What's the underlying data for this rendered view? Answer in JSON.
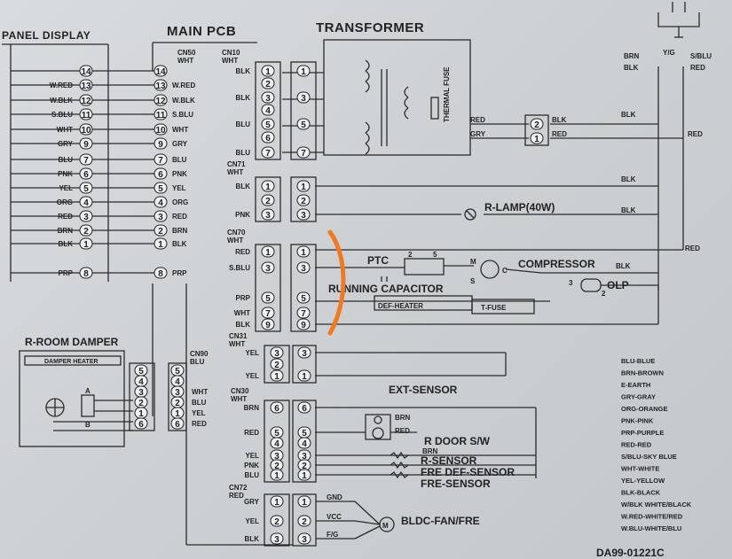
{
  "titles": {
    "panel_display": "PANEL DISPLAY",
    "main_pcb": "MAIN PCB",
    "transformer": "TRANSFORMER",
    "cn50": "CN50",
    "cn50_wht": "WHT",
    "cn10": "CN10",
    "cn10_wht": "WHT",
    "cn71": "CN71",
    "cn71_wht": "WHT",
    "cn70": "CN70",
    "cn70_wht": "WHT",
    "cn90": "CN90",
    "cn90_blu": "BLU",
    "cn31": "CN31",
    "cn31_wht": "WHT",
    "cn30": "CN30",
    "cn30_wht": "WHT",
    "cn72": "CN72",
    "cn72_red": "RED",
    "r_room_damper": "R-ROOM DAMPER",
    "damper_heater": "DAMPER HEATER",
    "thermal_fuse": "THERMAL FUSE",
    "doc_number": "DA99-01221C"
  },
  "panel_wires": [
    {
      "pin": "14",
      "label": ""
    },
    {
      "pin": "13",
      "label": "W.RED"
    },
    {
      "pin": "12",
      "label": "W.BLK"
    },
    {
      "pin": "11",
      "label": "S.BLU"
    },
    {
      "pin": "10",
      "label": "WHT"
    },
    {
      "pin": "9",
      "label": "GRY"
    },
    {
      "pin": "7",
      "label": "BLU"
    },
    {
      "pin": "6",
      "label": "PNK"
    },
    {
      "pin": "5",
      "label": "YEL"
    },
    {
      "pin": "4",
      "label": "ORG"
    },
    {
      "pin": "3",
      "label": "RED"
    },
    {
      "pin": "2",
      "label": "BRN"
    },
    {
      "pin": "1",
      "label": "BLK"
    },
    {
      "pin": "8",
      "label": "PRP"
    }
  ],
  "cn10_pins": [
    {
      "pin": "1",
      "label": "BLK"
    },
    {
      "pin": "2",
      "label": ""
    },
    {
      "pin": "3",
      "label": "BLK"
    },
    {
      "pin": "4",
      "label": ""
    },
    {
      "pin": "5",
      "label": "BLU"
    },
    {
      "pin": "6",
      "label": ""
    },
    {
      "pin": "7",
      "label": "BLU"
    }
  ],
  "transformer_out": [
    {
      "pin": "2",
      "label": "RED",
      "out": "BLK"
    },
    {
      "pin": "1",
      "label": "GRY",
      "out": "RED"
    }
  ],
  "cn71_pins": [
    {
      "pin": "1",
      "label": "BLK"
    },
    {
      "pin": "2",
      "label": ""
    },
    {
      "pin": "3",
      "label": "PNK"
    }
  ],
  "cn70_pins": [
    {
      "pin": "1",
      "label": "RED"
    },
    {
      "pin": "3",
      "label": "S.BLU"
    },
    {
      "pin": "5",
      "label": "PRP"
    },
    {
      "pin": "7",
      "label": "WHT"
    },
    {
      "pin": "9",
      "label": "BLK"
    }
  ],
  "cn90_pins": [
    {
      "pin": "5",
      "label": ""
    },
    {
      "pin": "4",
      "label": ""
    },
    {
      "pin": "3",
      "label": "WHT"
    },
    {
      "pin": "2",
      "label": "BLU"
    },
    {
      "pin": "1",
      "label": "YEL"
    },
    {
      "pin": "6",
      "label": "RED"
    }
  ],
  "cn31_pins": [
    {
      "pin": "3",
      "label": "YEL"
    },
    {
      "pin": "2",
      "label": ""
    },
    {
      "pin": "1",
      "label": "YEL"
    }
  ],
  "cn30_pins": [
    {
      "pin": "6",
      "label": "BRN"
    },
    {
      "pin": "5",
      "label": "RED"
    },
    {
      "pin": "4",
      "label": ""
    },
    {
      "pin": "3",
      "label": "YEL"
    },
    {
      "pin": "2",
      "label": "PNK"
    },
    {
      "pin": "1",
      "label": "BLU"
    }
  ],
  "cn72_pins": [
    {
      "pin": "1",
      "label": "GRY",
      "out": "GND"
    },
    {
      "pin": "2",
      "label": "YEL",
      "out": "VCC"
    },
    {
      "pin": "3",
      "label": "BLK",
      "out": "F/G"
    }
  ],
  "power": {
    "yg": "Y/G",
    "brn": "BRN",
    "blk": "BLK",
    "sblu": "S/BLU",
    "red": "RED"
  },
  "right_wire_labels": {
    "blk1": "BLK",
    "red1": "RED",
    "blk2": "BLK",
    "blk3": "BLK",
    "red2": "RED",
    "blk4": "BLK"
  },
  "components": {
    "r_lamp": "R-LAMP(40W)",
    "ptc": "PTC",
    "running_capacitor": "RUNNING CAPACITOR",
    "compressor": "COMPRESSOR",
    "olp": "OLP",
    "def_heater": "DEF-HEATER",
    "t_fuse": "T-FUSE",
    "ext_sensor": "EXT-SENSOR",
    "r_door_sw": "R DOOR S/W",
    "door_brn": "BRN",
    "door_red": "RED",
    "r_sensor": "R-SENSOR",
    "fre_def_sensor": "FRE DEF-SENSOR",
    "fre_sensor": "FRE-SENSOR",
    "bldc_fan": "BLDC-FAN/FRE",
    "brn_small": "BRN",
    "ptc_pin2": "2",
    "ptc_pin5": "5",
    "comp_m": "M",
    "comp_s": "S",
    "comp_c": "C",
    "olp_3": "3",
    "olp_2": "2",
    "damper_a": "A",
    "damper_b": "B",
    "fan_m": "M"
  },
  "legend": [
    "BLU-BLUE",
    "BRN-BROWN",
    "E-EARTH",
    "GRY-GRAY",
    "ORG-ORANGE",
    "PNK-PINK",
    "PRP-PURPLE",
    "RED-RED",
    "S/BLU-SKY BLUE",
    "WHT-WHITE",
    "YEL-YELLOW",
    "BLK-BLACK",
    "W/BLK WHITE/BLACK",
    "W.RED-WHITE/RED",
    "W.BLU-WHITE/BLU"
  ],
  "annotation": {
    "color": "#f07a22"
  }
}
